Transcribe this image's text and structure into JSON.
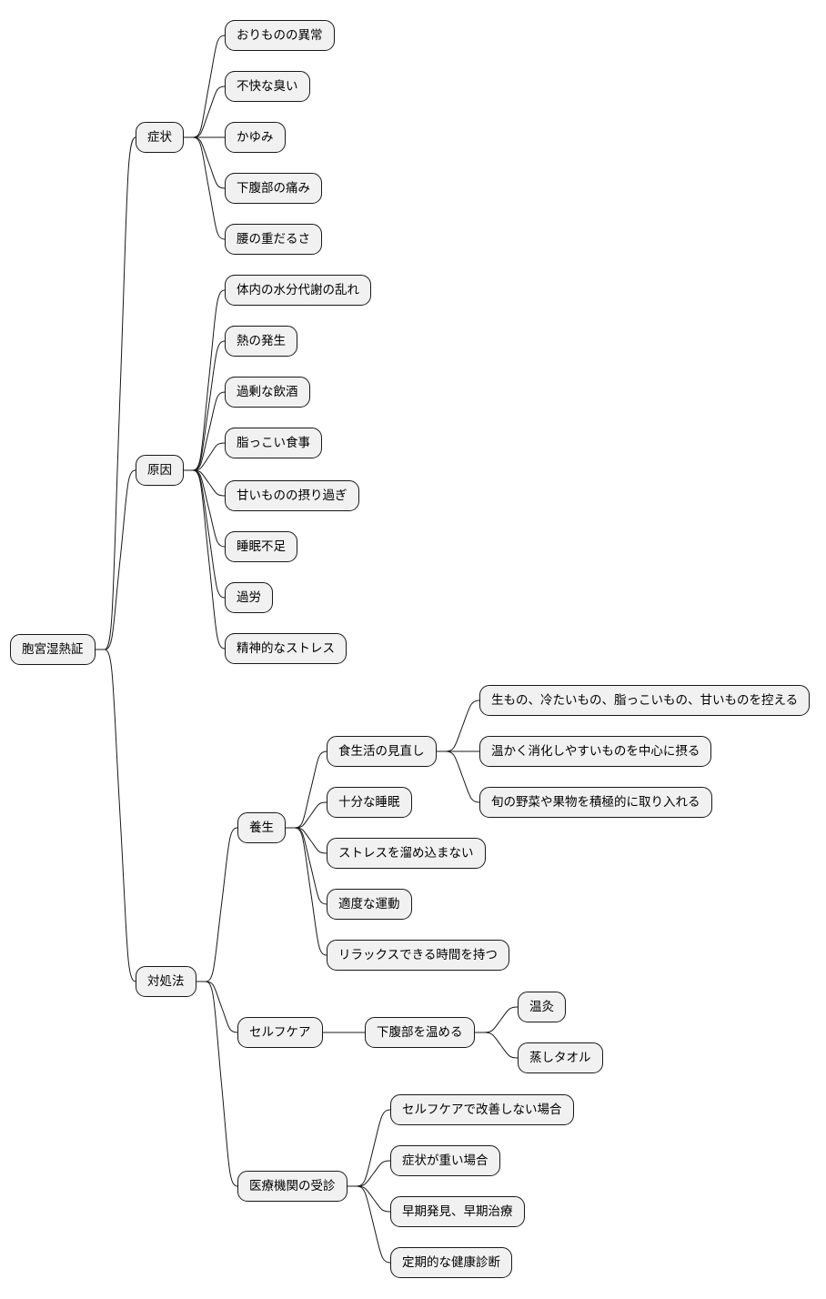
{
  "root": {
    "label": "胞宮湿熱証"
  },
  "branches": [
    {
      "label": "症状",
      "children": [
        {
          "label": "おりものの異常"
        },
        {
          "label": "不快な臭い"
        },
        {
          "label": "かゆみ"
        },
        {
          "label": "下腹部の痛み"
        },
        {
          "label": "腰の重だるさ"
        }
      ]
    },
    {
      "label": "原因",
      "children": [
        {
          "label": "体内の水分代謝の乱れ"
        },
        {
          "label": "熱の発生"
        },
        {
          "label": "過剰な飲酒"
        },
        {
          "label": "脂っこい食事"
        },
        {
          "label": "甘いものの摂り過ぎ"
        },
        {
          "label": "睡眠不足"
        },
        {
          "label": "過労"
        },
        {
          "label": "精神的なストレス"
        }
      ]
    },
    {
      "label": "対処法",
      "children": [
        {
          "label": "養生",
          "children": [
            {
              "label": "食生活の見直し",
              "children": [
                {
                  "label": "生もの、冷たいもの、脂っこいもの、甘いものを控える"
                },
                {
                  "label": "温かく消化しやすいものを中心に摂る"
                },
                {
                  "label": "旬の野菜や果物を積極的に取り入れる"
                }
              ]
            },
            {
              "label": "十分な睡眠"
            },
            {
              "label": "ストレスを溜め込まない"
            },
            {
              "label": "適度な運動"
            },
            {
              "label": "リラックスできる時間を持つ"
            }
          ]
        },
        {
          "label": "セルフケア",
          "children": [
            {
              "label": "下腹部を温める",
              "children": [
                {
                  "label": "温灸"
                },
                {
                  "label": "蒸しタオル"
                }
              ]
            }
          ]
        },
        {
          "label": "医療機関の受診",
          "children": [
            {
              "label": "セルフケアで改善しない場合"
            },
            {
              "label": "症状が重い場合"
            },
            {
              "label": "早期発見、早期治療"
            },
            {
              "label": "定期的な健康診断"
            }
          ]
        }
      ]
    }
  ]
}
